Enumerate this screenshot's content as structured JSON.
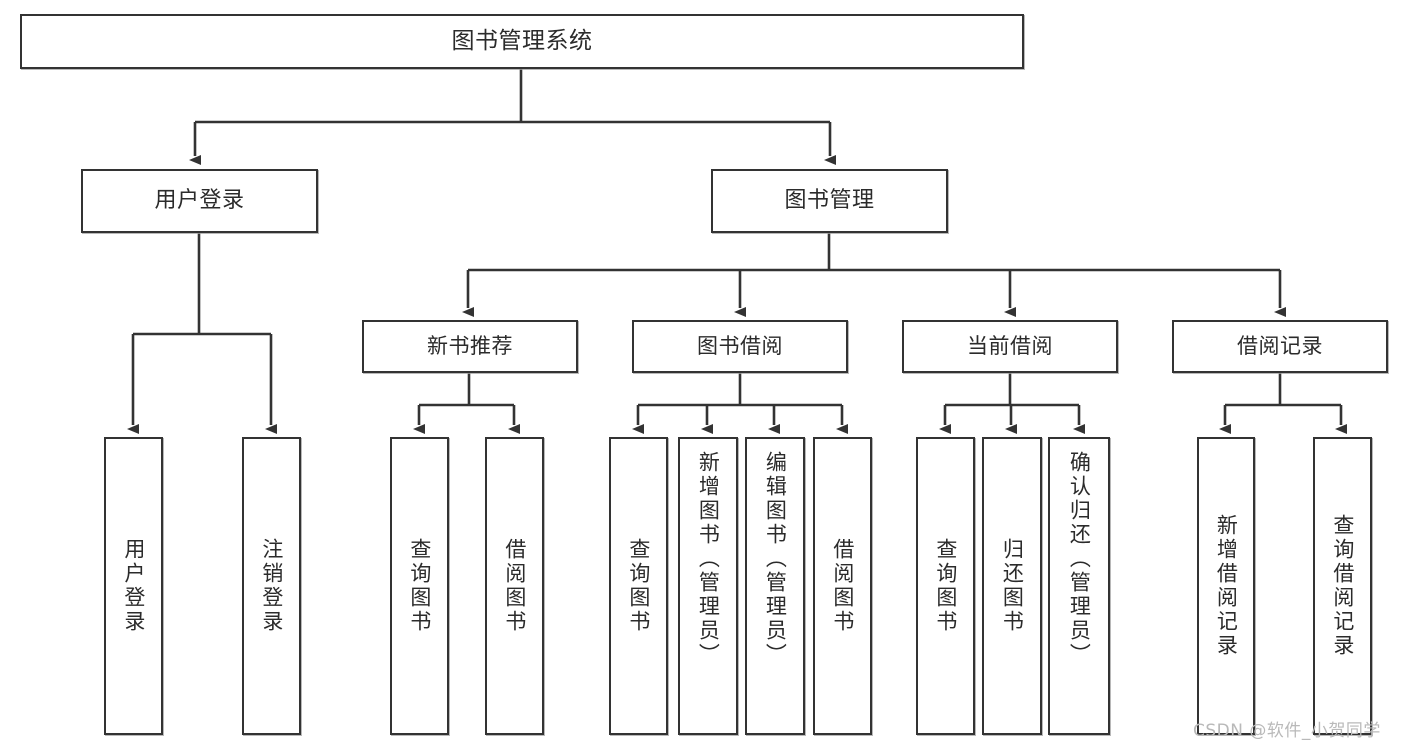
{
  "diagram": {
    "type": "tree-hierarchy",
    "title": "图书管理系统",
    "root": {
      "label": "图书管理系统"
    },
    "level2": [
      {
        "label": "用户登录"
      },
      {
        "label": "图书管理"
      }
    ],
    "level3": [
      {
        "label": "新书推荐"
      },
      {
        "label": "图书借阅"
      },
      {
        "label": "当前借阅"
      },
      {
        "label": "借阅记录"
      }
    ],
    "leaves": {
      "user_login": [
        {
          "label": "用户登录"
        },
        {
          "label": "注销登录"
        }
      ],
      "new_book": [
        {
          "label": "查询图书"
        },
        {
          "label": "借阅图书"
        }
      ],
      "book_borrow": [
        {
          "label": "查询图书"
        },
        {
          "label": "新增图书（管理员）"
        },
        {
          "label": "编辑图书（管理员）"
        },
        {
          "label": "借阅图书"
        }
      ],
      "current_borrow": [
        {
          "label": "查询图书"
        },
        {
          "label": "归还图书"
        },
        {
          "label": "确认归还（管理员）"
        }
      ],
      "borrow_record": [
        {
          "label": "新增借阅记录"
        },
        {
          "label": "查询借阅记录"
        }
      ]
    }
  },
  "watermark": {
    "text": "CSDN @软件_小贺同学"
  },
  "colors": {
    "border": "#333333",
    "text": "#2b2b2b",
    "background": "#ffffff",
    "watermark": "#b9b9b9"
  }
}
